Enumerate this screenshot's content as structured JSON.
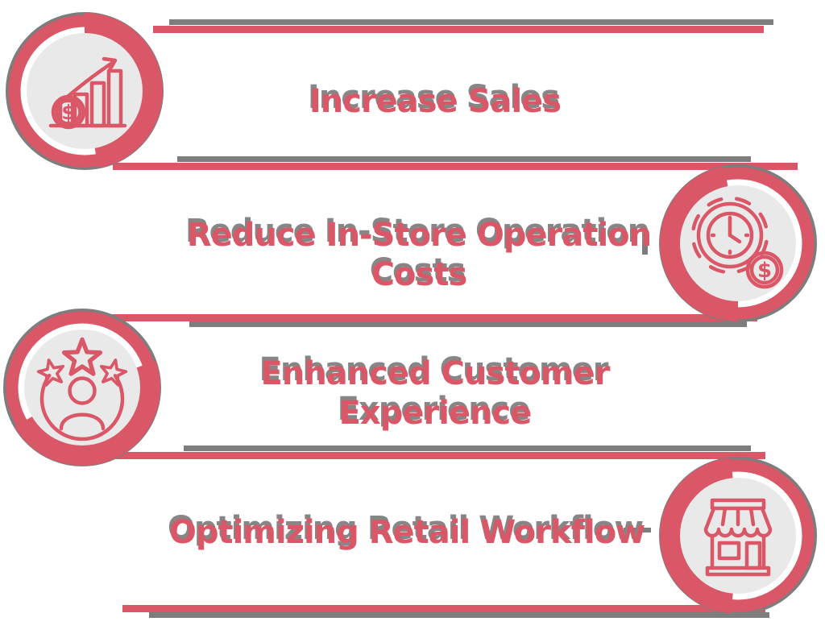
{
  "infographic": {
    "background_color": "#ffffff",
    "accent_color": "#da5767",
    "shadow_color": "#7d7d7d",
    "badge_fill_color": "#e9e9e9",
    "coin_symbol": "$",
    "rows": [
      {
        "title": "Increase Sales",
        "icon": "sales-growth-chart-icon",
        "badge_side": "left"
      },
      {
        "title": "Reduce In-Store Operation Costs",
        "icon": "gear-time-cost-icon",
        "badge_side": "right"
      },
      {
        "title": "Enhanced Customer Experience",
        "icon": "customer-rating-icon",
        "badge_side": "left"
      },
      {
        "title": "Optimizing Retail Workflow",
        "icon": "storefront-icon",
        "badge_side": "right"
      }
    ]
  }
}
